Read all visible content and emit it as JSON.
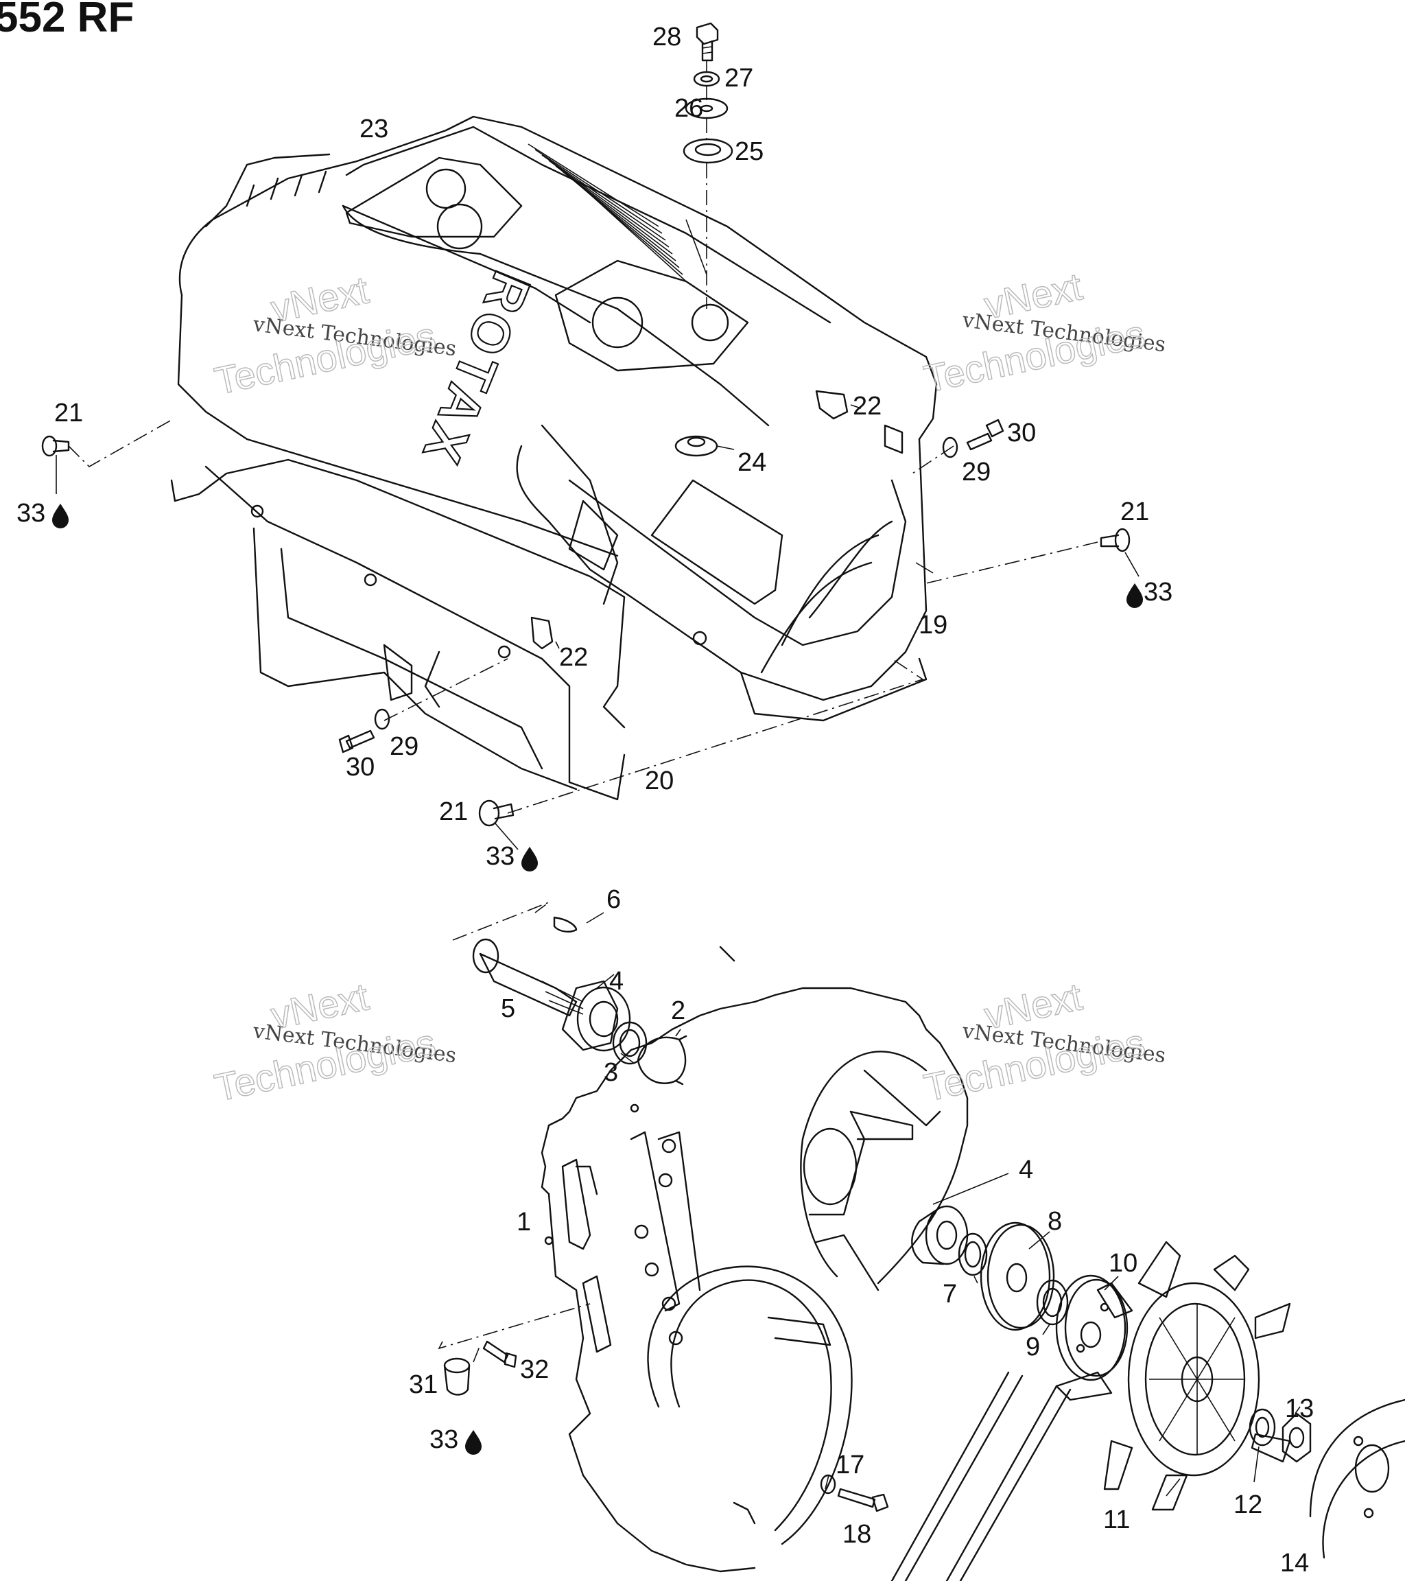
{
  "title": "552 RF",
  "watermark": {
    "small": "vNext Technologies",
    "big_line1": "vNext",
    "big_line2": "Technologies"
  },
  "housing_lettering": "ROTAX",
  "callouts": [
    {
      "id": "c1",
      "text": "1"
    },
    {
      "id": "c2",
      "text": "2"
    },
    {
      "id": "c3",
      "text": "3"
    },
    {
      "id": "c4a",
      "text": "4"
    },
    {
      "id": "c4b",
      "text": "4"
    },
    {
      "id": "c5",
      "text": "5"
    },
    {
      "id": "c6",
      "text": "6"
    },
    {
      "id": "c7",
      "text": "7"
    },
    {
      "id": "c8",
      "text": "8"
    },
    {
      "id": "c9",
      "text": "9"
    },
    {
      "id": "c10",
      "text": "10"
    },
    {
      "id": "c11",
      "text": "11"
    },
    {
      "id": "c12",
      "text": "12"
    },
    {
      "id": "c13",
      "text": "13"
    },
    {
      "id": "c14",
      "text": "14"
    },
    {
      "id": "c17",
      "text": "17"
    },
    {
      "id": "c18",
      "text": "18"
    },
    {
      "id": "c19",
      "text": "19"
    },
    {
      "id": "c20",
      "text": "20"
    },
    {
      "id": "c21a",
      "text": "21"
    },
    {
      "id": "c21b",
      "text": "21"
    },
    {
      "id": "c21c",
      "text": "21"
    },
    {
      "id": "c22a",
      "text": "22"
    },
    {
      "id": "c22b",
      "text": "22"
    },
    {
      "id": "c23",
      "text": "23"
    },
    {
      "id": "c24",
      "text": "24"
    },
    {
      "id": "c25",
      "text": "25"
    },
    {
      "id": "c26",
      "text": "26"
    },
    {
      "id": "c27",
      "text": "27"
    },
    {
      "id": "c28",
      "text": "28"
    },
    {
      "id": "c29a",
      "text": "29"
    },
    {
      "id": "c29b",
      "text": "29"
    },
    {
      "id": "c30a",
      "text": "30"
    },
    {
      "id": "c30b",
      "text": "30"
    },
    {
      "id": "c31",
      "text": "31"
    },
    {
      "id": "c32",
      "text": "32"
    },
    {
      "id": "c33a",
      "text": "33"
    },
    {
      "id": "c33b",
      "text": "33"
    },
    {
      "id": "c33c",
      "text": "33"
    },
    {
      "id": "c33d",
      "text": "33"
    }
  ]
}
